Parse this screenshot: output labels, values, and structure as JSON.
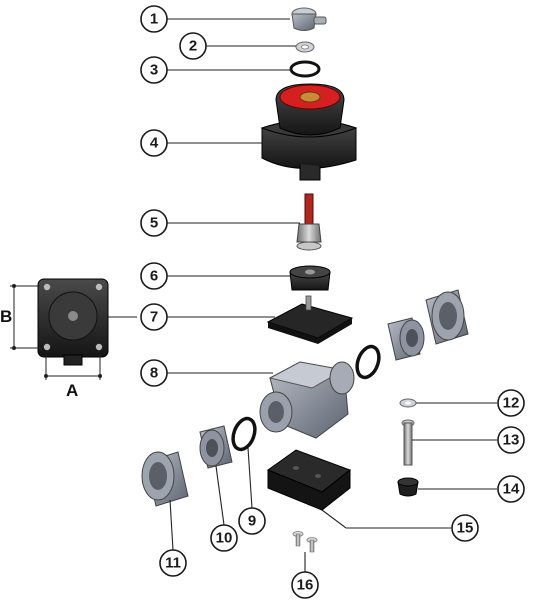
{
  "callouts": [
    {
      "id": "1",
      "label": "1"
    },
    {
      "id": "2",
      "label": "2"
    },
    {
      "id": "3",
      "label": "3"
    },
    {
      "id": "4",
      "label": "4"
    },
    {
      "id": "5",
      "label": "5"
    },
    {
      "id": "6",
      "label": "6"
    },
    {
      "id": "7",
      "label": "7"
    },
    {
      "id": "8",
      "label": "8"
    },
    {
      "id": "9",
      "label": "9"
    },
    {
      "id": "10",
      "label": "10"
    },
    {
      "id": "11",
      "label": "11"
    },
    {
      "id": "12",
      "label": "12"
    },
    {
      "id": "13",
      "label": "13"
    },
    {
      "id": "14",
      "label": "14"
    },
    {
      "id": "15",
      "label": "15"
    },
    {
      "id": "16",
      "label": "16"
    }
  ],
  "dimensions": {
    "a_label": "A",
    "b_label": "B"
  },
  "colors": {
    "part_dark": "#2b2b2b",
    "part_grey": "#8d93a0",
    "accent_red": "#d42020",
    "brass": "#c98a3a"
  }
}
